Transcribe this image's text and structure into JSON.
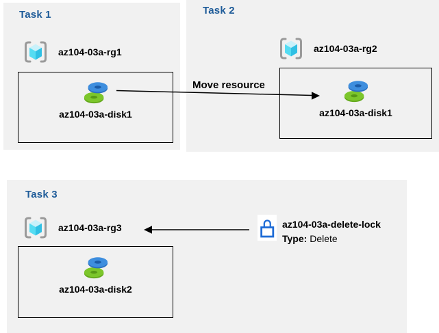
{
  "diagram": {
    "task1": {
      "title": "Task 1",
      "resource_group": "az104-03a-rg1",
      "resource": "az104-03a-disk1"
    },
    "task2": {
      "title": "Task 2",
      "resource_group": "az104-03a-rg2",
      "resource": "az104-03a-disk1"
    },
    "task3": {
      "title": "Task 3",
      "resource_group": "az104-03a-rg3",
      "resource": "az104-03a-disk2"
    },
    "move_arrow_label": "Move resource",
    "lock": {
      "name": "az104-03a-delete-lock",
      "type_label": "Type:",
      "type_value": "Delete"
    }
  },
  "colors": {
    "panel_background": "#F1F1F1",
    "task_heading_blue": "#1F5C99",
    "label_text": "#000000",
    "arrow_black": "#000000",
    "lock_blue": "#1F6CD6",
    "disk_blue_top": "#3E8EDE",
    "disk_blue_side": "#2A6FC0",
    "disk_blue_hole": "#1B5CA8",
    "disk_green_top": "#7CC62B",
    "disk_green_side": "#63A81C",
    "disk_green_hole": "#569816",
    "cube_top": "#C9F1FA",
    "cube_left": "#55DCF2",
    "cube_right": "#30C0E4",
    "bracket_gray": "#9A9A9A"
  },
  "icons": {
    "resource_group": "resource-group-icon",
    "disk": "disk-icon",
    "lock": "lock-icon"
  }
}
